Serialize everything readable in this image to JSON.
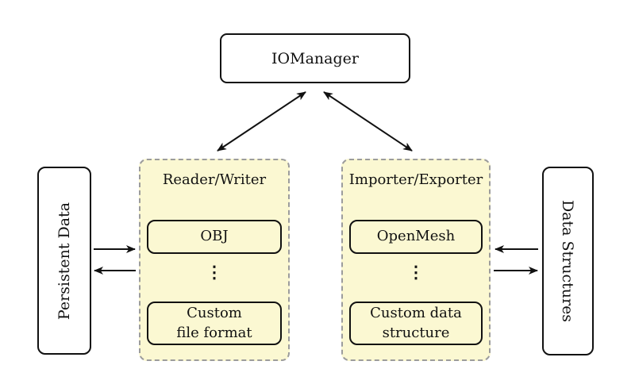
{
  "colors": {
    "container_fill": "#fbf8d2",
    "container_border": "#9c9c9c",
    "node_border": "#111111",
    "node_fill": "#ffffff",
    "arrow": "#111111"
  },
  "nodes": {
    "io_manager": "IOManager",
    "persistent_data": "Persistent Data",
    "data_structures": "Data Structures"
  },
  "reader_writer_group": {
    "title": "Reader/Writer",
    "items": [
      "OBJ",
      "Custom\nfile format"
    ],
    "ellipsis": "⋮"
  },
  "importer_exporter_group": {
    "title": "Importer/Exporter",
    "items": [
      "OpenMesh",
      "Custom data\nstructure"
    ],
    "ellipsis": "⋮"
  }
}
